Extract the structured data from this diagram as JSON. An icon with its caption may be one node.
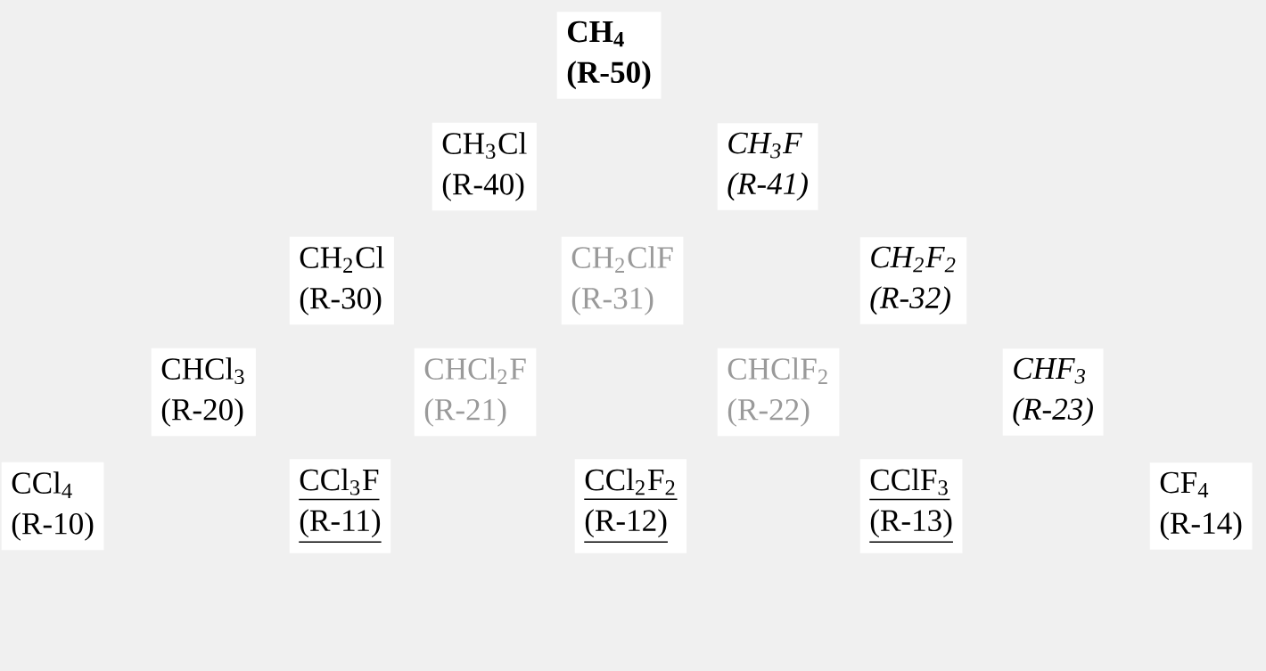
{
  "diagram": {
    "nodes": [
      {
        "text": [
          "CH$_{4}$",
          "(R-50)"
        ]
      },
      {
        "text": [
          "CH$_{3}$Cl",
          "(R-40)"
        ]
      },
      {
        "text": [
          "CH$_{3}$F",
          "(R-41)"
        ]
      },
      {
        "text": [
          "CH$_{2}$Cl",
          "(R-30)"
        ]
      },
      {
        "text": [
          "CH$_{2}$ClF",
          "(R-31)"
        ]
      },
      {
        "text": [
          "CH$_{2}$F$_{2}$",
          "(R-32)"
        ]
      },
      {
        "text": [
          "CHCl$_{3}$",
          "(R-20)"
        ]
      },
      {
        "text": [
          "CHCl$_{2}$F",
          "(R-21)"
        ]
      },
      {
        "text": [
          "CHClF$_{2}$",
          "(R-22)"
        ]
      },
      {
        "text": [
          "CHF$_{3}$",
          "(R-23)"
        ]
      },
      {
        "text": [
          "CCl$_{4}$",
          "(R-10)"
        ]
      },
      {
        "text": [
          "CCl$_{3}$F",
          "(R-11)"
        ]
      },
      {
        "text": [
          "CCl$_{2}$F$_{2}$",
          "(R-12)"
        ]
      },
      {
        "text": [
          "CClF$_{3}$",
          "(R-13)"
        ]
      },
      {
        "text": [
          "CF$_{4}$",
          "(R-14)"
        ]
      }
    ]
  }
}
